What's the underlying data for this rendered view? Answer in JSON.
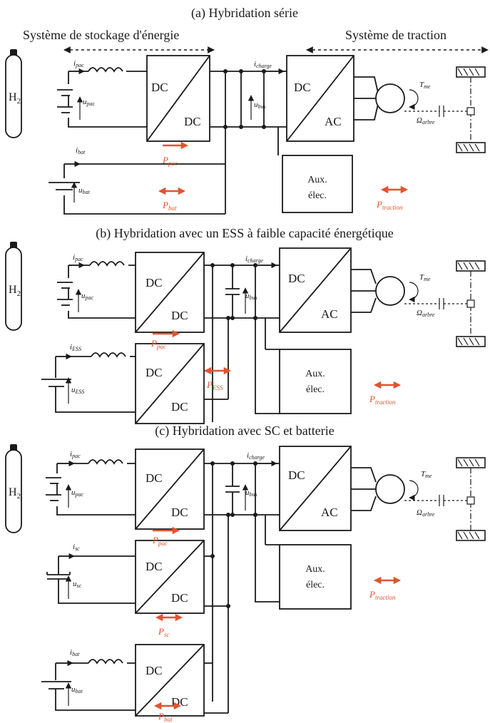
{
  "colors": {
    "accent": "#e0542e",
    "ink": "#1a1a1a"
  },
  "labels": {
    "dc": "DC",
    "ac": "AC",
    "aux1": "Aux.",
    "aux2": "élec.",
    "h2": "H",
    "h2_sub": "2",
    "i_pac": "i",
    "i_pac_sub": "pac",
    "u_pac": "u",
    "u_pac_sub": "pac",
    "i_charge": "i",
    "i_charge_sub": "charge",
    "u_bus": "u",
    "u_bus_sub": "bus",
    "i_bat": "i",
    "i_bat_sub": "bat",
    "u_bat": "u",
    "u_bat_sub": "bat",
    "i_ess": "i",
    "i_ess_sub": "ESS",
    "u_ess": "u",
    "u_ess_sub": "ESS",
    "i_sc": "i",
    "i_sc_sub": "sc",
    "u_sc": "u",
    "u_sc_sub": "sc",
    "t_me": "T",
    "t_me_sub": "me",
    "omega": "Ω",
    "omega_sub": "arbre",
    "p": "P",
    "p_pac_sub": "pac",
    "p_bat_sub": "bat",
    "p_ess_sub": "ESS",
    "p_sc_sub": "sc",
    "p_traction_sub": "traction"
  },
  "panel_a": {
    "title": "(a)  Hybridation série",
    "storage_label": "Système de stockage d'énergie",
    "traction_label": "Système de traction"
  },
  "panel_b": {
    "title": "(b) Hybridation avec un ESS à faible capacité énergétique"
  },
  "panel_c": {
    "title": "(c) Hybridation avec SC et batterie"
  }
}
